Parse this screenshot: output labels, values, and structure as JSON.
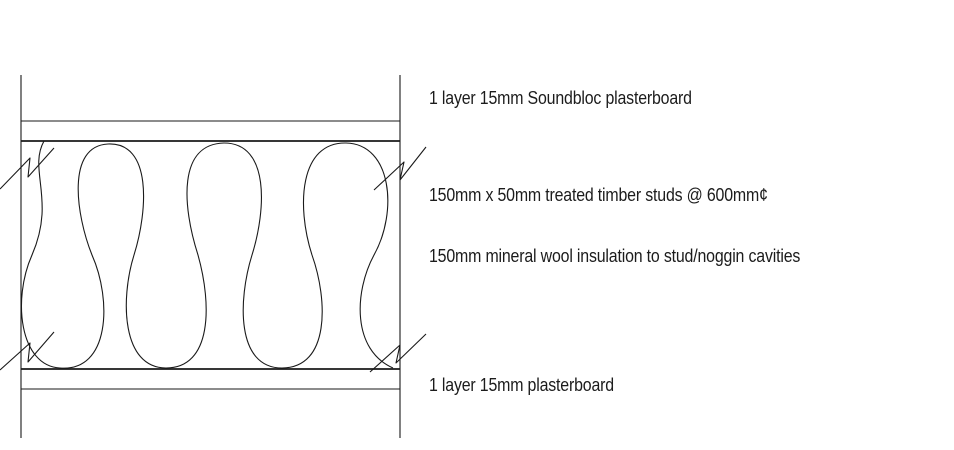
{
  "annotations": {
    "top_board": "1 layer 15mm Soundbloc plasterboard",
    "studs": "150mm x 50mm treated timber studs @ 600mm¢",
    "insulation": "150mm mineral wool insulation to stud/noggin cavities",
    "bottom_board": "1 layer 15mm plasterboard"
  },
  "colors": {
    "line": "#1a1a1a",
    "background": "#ffffff"
  }
}
